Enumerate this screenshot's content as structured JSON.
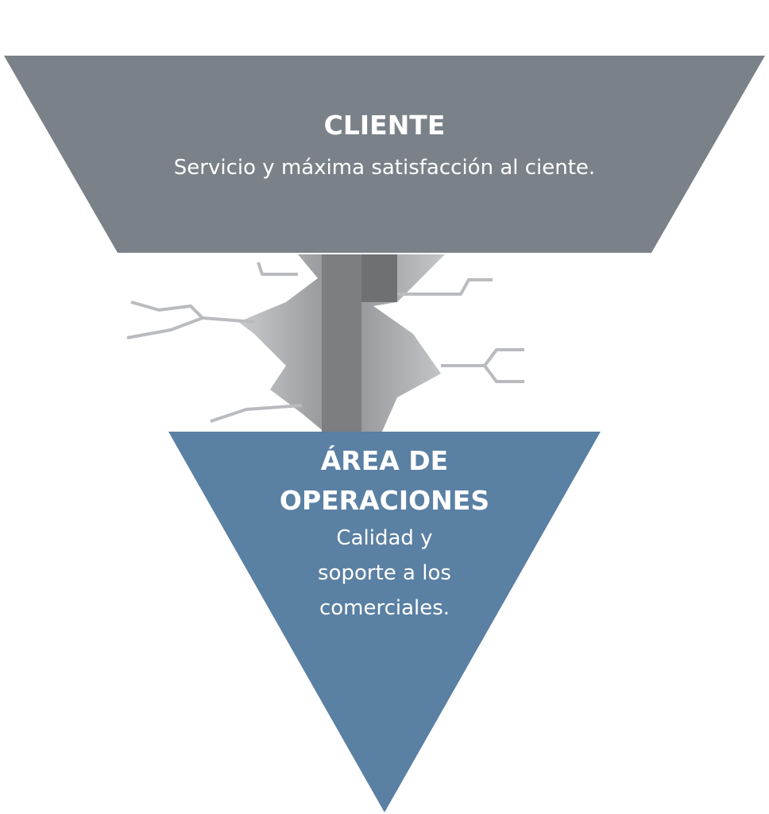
{
  "top": {
    "title": "CLIENTE",
    "subtitle": "Servicio y máxima satisfacción al ciente.",
    "color": "#7a8189"
  },
  "bottom": {
    "title_line1": "ÁREA DE",
    "title_line2": "OPERACIONES",
    "subtitle_line1": "Calidad y",
    "subtitle_line2": "soporte a los",
    "subtitle_line3": "comerciales.",
    "color": "#5a80a3"
  },
  "crack_icon": "crack-icon"
}
